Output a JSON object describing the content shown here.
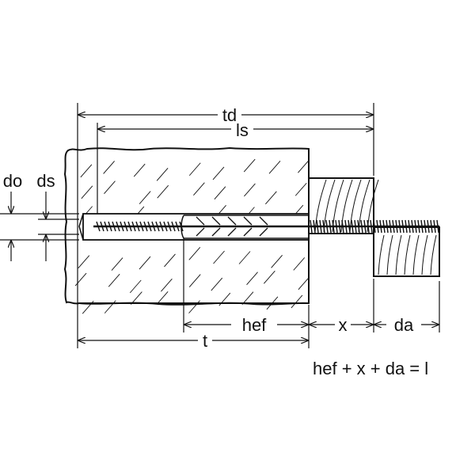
{
  "diagram": {
    "title": "Frame anchor installation dimensions",
    "labels": {
      "td": "td",
      "ls": "ls",
      "do": "do",
      "ds": "ds",
      "hef": "hef",
      "x": "x",
      "da": "da",
      "t": "t"
    },
    "formula": "hef + x + da = l",
    "colors": {
      "line": "#111111",
      "background": "#ffffff"
    }
  }
}
